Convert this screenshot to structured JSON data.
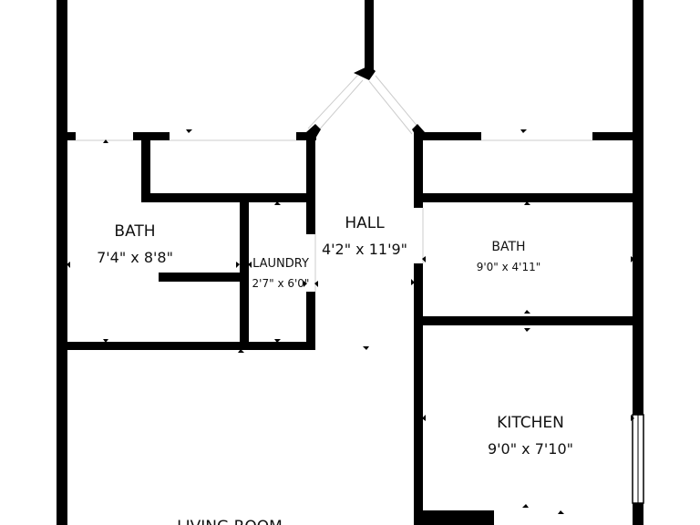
{
  "floorplan": {
    "colors": {
      "wall": "#000000",
      "background": "#ffffff",
      "door_line": "#cccccc",
      "text": "#111111"
    },
    "rooms": [
      {
        "id": "bath-left",
        "name": "BATH",
        "dimensions": "7'4\" x 8'8\""
      },
      {
        "id": "laundry",
        "name": "LAUNDRY",
        "dimensions": "2'7\" x 6'0\""
      },
      {
        "id": "hall",
        "name": "HALL",
        "dimensions": "4'2\" x 11'9\""
      },
      {
        "id": "bath-right",
        "name": "BATH",
        "dimensions": "9'0\" x 4'11\""
      },
      {
        "id": "kitchen",
        "name": "KITCHEN",
        "dimensions": "9'0\" x 7'10\""
      },
      {
        "id": "living-room",
        "name": "LIVING ROOM",
        "dimensions": ""
      }
    ]
  }
}
